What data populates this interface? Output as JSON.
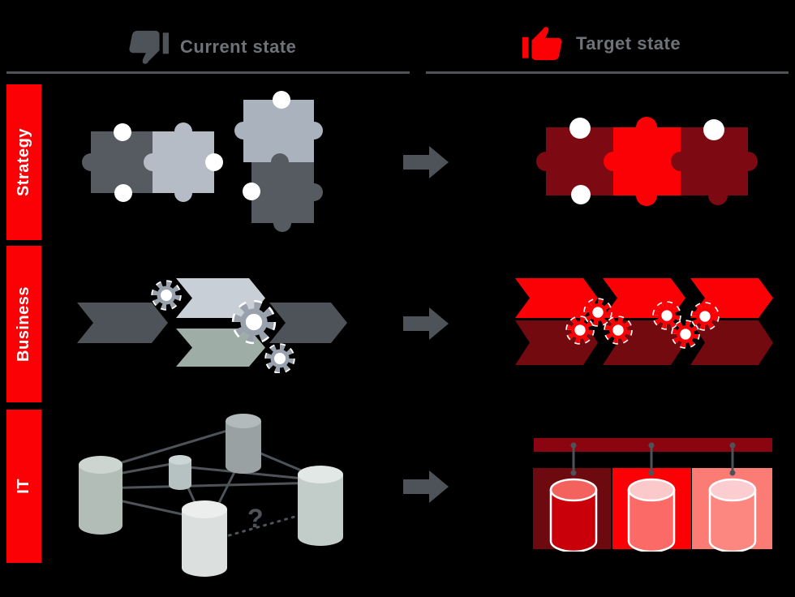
{
  "header": {
    "current_state": {
      "label": "Current state",
      "icon": "thumbs-down-icon"
    },
    "target_state": {
      "label": "Target state",
      "icon": "thumbs-up-icon"
    }
  },
  "sidebar": {
    "rows": [
      {
        "label": "Strategy"
      },
      {
        "label": "Business"
      },
      {
        "label": "IT"
      }
    ]
  },
  "it": {
    "current": {
      "question_mark": "?"
    }
  },
  "icons": {
    "current": "thumbs-down-icon",
    "target": "thumbs-up-icon",
    "transform": "arrow-right-icon",
    "strategy": "puzzle-piece-icon",
    "business": "process-chevron-icon + gear-icon",
    "it": "database-cylinder-icon"
  },
  "theme": {
    "bg": "#000000",
    "ink-gray": "#4d5358",
    "text-gray": "#6d7378",
    "red": "#fb0005",
    "red-dark": "#7d0a12",
    "red-darker": "#6c0a10",
    "chev-red-dark": "#730a10",
    "maroon": "#8b0511",
    "salmon": "#fb7b75",
    "puzzle-dark": "#565b61",
    "puzzle-light": "#b5bcc6",
    "puzzle-light2": "#aab2bd",
    "chev-light": "#c8cfd7",
    "chev-sage": "#9fada7",
    "gear-gray": "#99a2ac",
    "cyl-left": "#b3bdb8",
    "cyl-left-top": "#cdd5d1",
    "cyl-small": "#b6c1c1",
    "cyl-small-top": "#ccd5d5",
    "cyl-top": "#99a1a3",
    "cyl-top-top": "#b2babc",
    "cyl-center": "#dbe0df",
    "cyl-center-top": "#eceeed",
    "cyl-right": "#c2ccc8",
    "cyl-right-top": "#e2e8e6",
    "db1-body": "#c9000a",
    "db1-top": "#f4625e",
    "db2-body": "#fb6a66",
    "db2-top": "#fbc9ca",
    "db3-body": "#fc8680",
    "db3-top": "#fbcdd0"
  }
}
